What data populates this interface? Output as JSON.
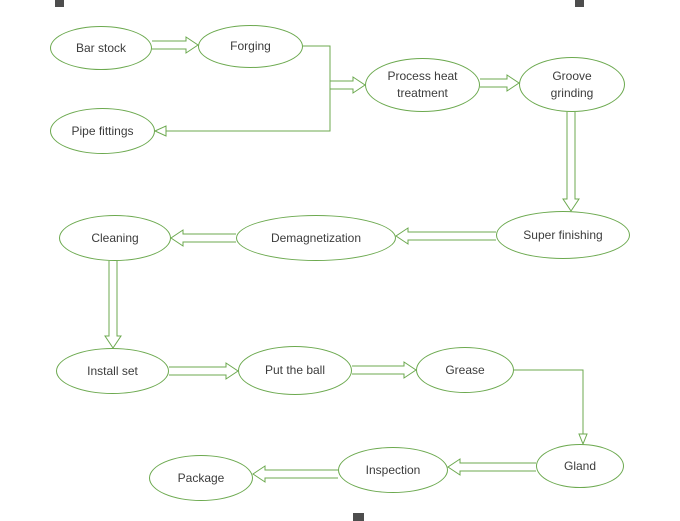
{
  "diagram": {
    "type": "flowchart",
    "colors": {
      "node_border": "#6CA94F",
      "arrow_stroke": "#6CA94F",
      "text": "#3C3C3C",
      "background": "#FFFFFF"
    },
    "nodes": [
      {
        "id": "bar-stock",
        "label": "Bar stock"
      },
      {
        "id": "forging",
        "label": "Forging"
      },
      {
        "id": "process-heat-treatment",
        "label": "Process heat treatment"
      },
      {
        "id": "groove-grinding",
        "label": "Groove grinding"
      },
      {
        "id": "pipe-fittings",
        "label": "Pipe fittings"
      },
      {
        "id": "super-finishing",
        "label": "Super finishing"
      },
      {
        "id": "demagnetization",
        "label": "Demagnetization"
      },
      {
        "id": "cleaning",
        "label": "Cleaning"
      },
      {
        "id": "install-set",
        "label": "Install set"
      },
      {
        "id": "put-the-ball",
        "label": "Put the ball"
      },
      {
        "id": "grease",
        "label": "Grease"
      },
      {
        "id": "gland",
        "label": "Gland"
      },
      {
        "id": "inspection",
        "label": "Inspection"
      },
      {
        "id": "package",
        "label": "Package"
      }
    ],
    "edges": [
      {
        "from": "bar-stock",
        "to": "forging"
      },
      {
        "from": "forging",
        "to": "process-heat-treatment"
      },
      {
        "from": "forging",
        "to": "pipe-fittings"
      },
      {
        "from": "process-heat-treatment",
        "to": "groove-grinding"
      },
      {
        "from": "groove-grinding",
        "to": "super-finishing"
      },
      {
        "from": "super-finishing",
        "to": "demagnetization"
      },
      {
        "from": "demagnetization",
        "to": "cleaning"
      },
      {
        "from": "cleaning",
        "to": "install-set"
      },
      {
        "from": "install-set",
        "to": "put-the-ball"
      },
      {
        "from": "put-the-ball",
        "to": "grease"
      },
      {
        "from": "grease",
        "to": "gland"
      },
      {
        "from": "gland",
        "to": "inspection"
      },
      {
        "from": "inspection",
        "to": "package"
      }
    ]
  }
}
